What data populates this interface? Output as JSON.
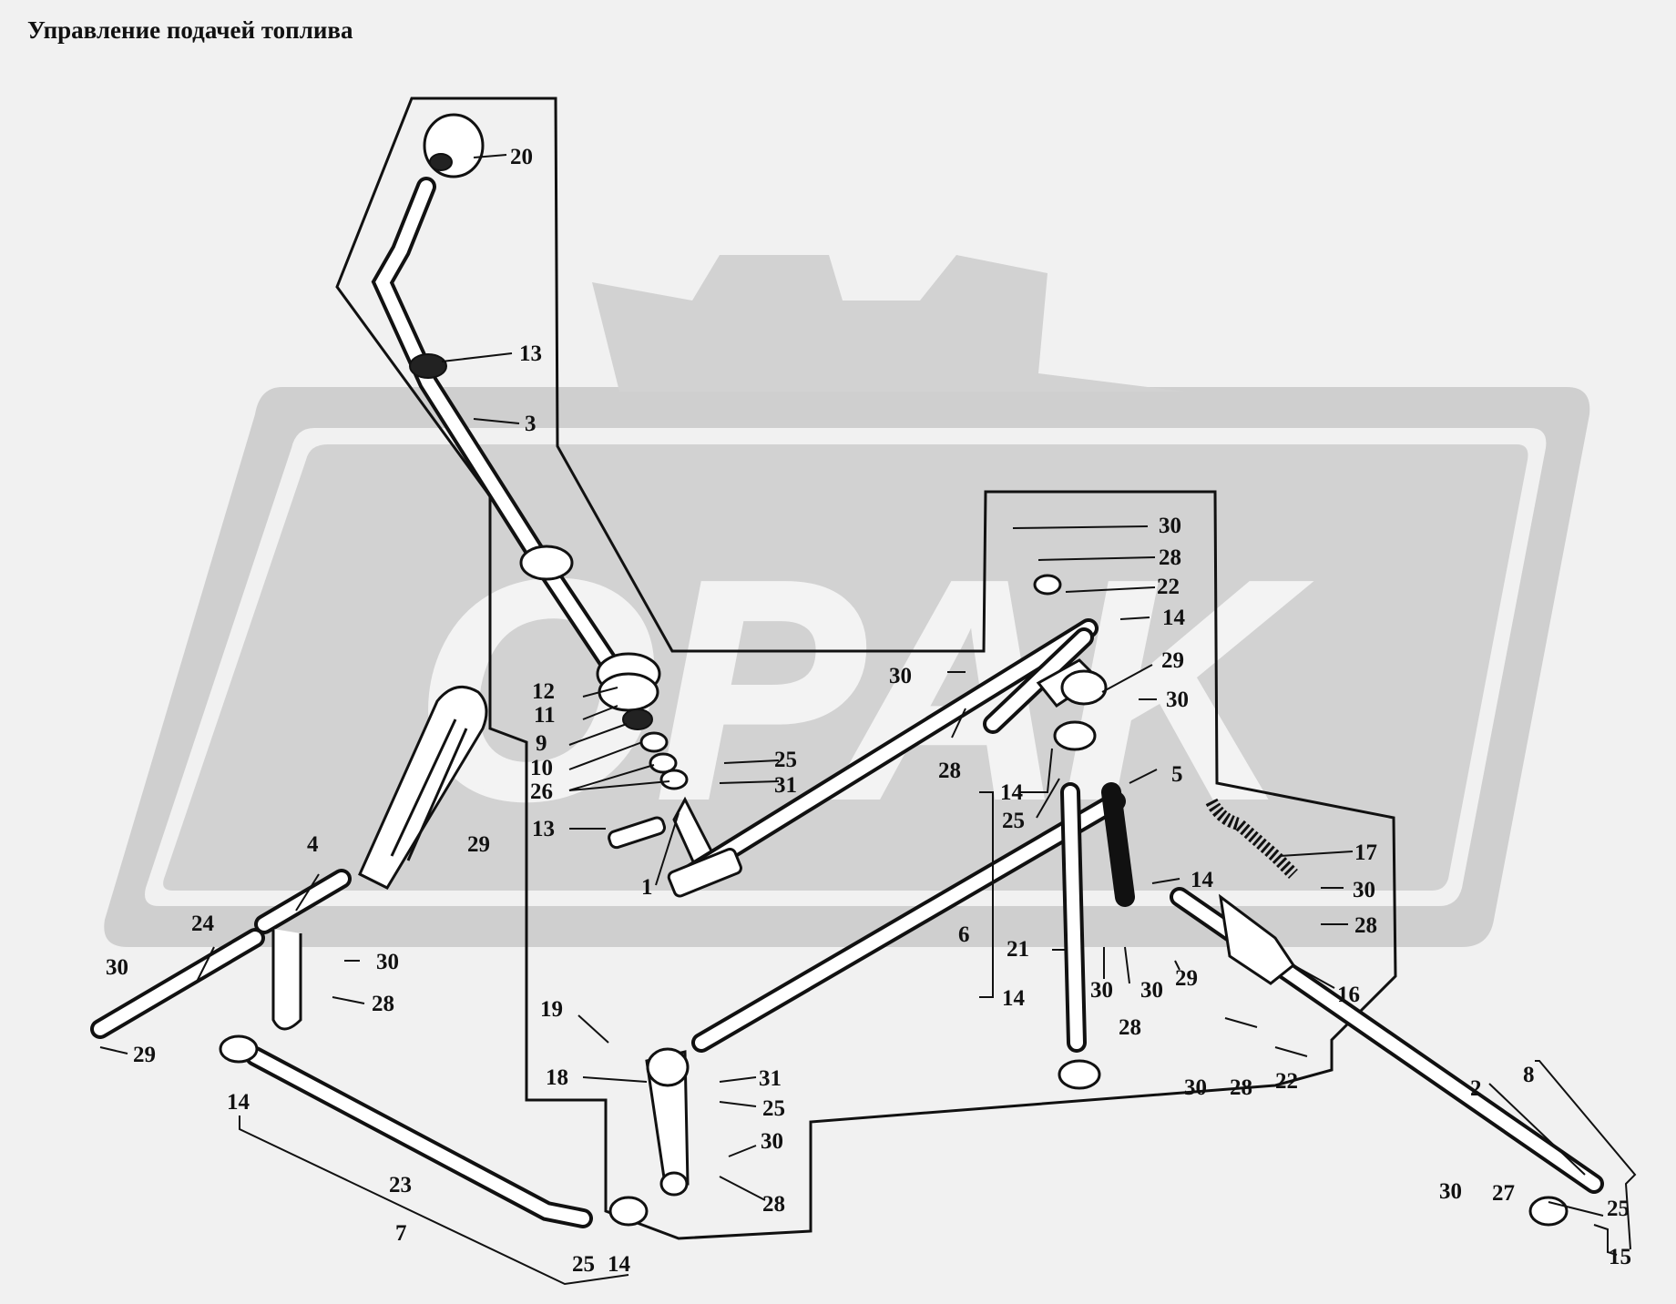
{
  "title": "Управление подачей топлива",
  "watermark": {
    "text": "OPAK",
    "color": "#d2d2d2"
  },
  "colors": {
    "background": "#f1f1f1",
    "ink": "#111111",
    "watermark": "#d2d2d2"
  },
  "callouts": {
    "c20": "20",
    "c13a": "13",
    "c3": "3",
    "c30a": "30",
    "c28a": "28",
    "c22a": "22",
    "c14a": "14",
    "c30b": "30",
    "c29a": "29",
    "c30c": "30",
    "c28b": "28",
    "c12": "12",
    "c11": "11",
    "c9": "9",
    "c10": "10",
    "c26": "26",
    "c25a": "25",
    "c31a": "31",
    "c13b": "13",
    "c1": "1",
    "c14b": "14",
    "c25b": "25",
    "c5": "5",
    "c4": "4",
    "c29b": "29",
    "c17": "17",
    "c14c": "14",
    "c30d": "30",
    "c28c": "28",
    "c6": "6",
    "c21": "21",
    "c30e": "30",
    "c30f": "30",
    "c29c": "29",
    "c16": "16",
    "c28d": "28",
    "c14d": "14",
    "c24": "24",
    "c30g": "30",
    "c30h": "30",
    "c28e": "28",
    "c29d": "29",
    "c19": "19",
    "c18": "18",
    "c31b": "31",
    "c25c": "25",
    "c30i": "30",
    "c28f": "28",
    "c14e": "14",
    "c23": "23",
    "c7": "7",
    "c25d": "25",
    "c14f": "14",
    "c30j": "30",
    "c28g": "28",
    "c22b": "22",
    "c8": "8",
    "c2": "2",
    "c30k": "30",
    "c27": "27",
    "c25e": "25",
    "c15": "15"
  }
}
